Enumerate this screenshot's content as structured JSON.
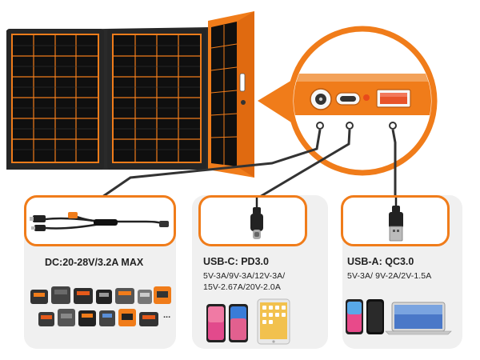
{
  "cards": [
    {
      "title": "DC:20-28V/3.2A MAX",
      "specs": [],
      "ellipsis": "..."
    },
    {
      "title": "USB-C: PD3.0",
      "specs": [
        "5V-3A/9V-3A/12V-3A/",
        "15V-2.67A/20V-2.0A"
      ]
    },
    {
      "title": "USB-A: QC3.0",
      "specs": [
        "5V-3A/ 9V-2A/2V-1.5A"
      ]
    }
  ],
  "colors": {
    "accent": "#f07c1a",
    "panel_frame": "#2b2b2b",
    "cell": "#111111",
    "cable": "#333333",
    "card_bg": "#f0f0f0"
  }
}
